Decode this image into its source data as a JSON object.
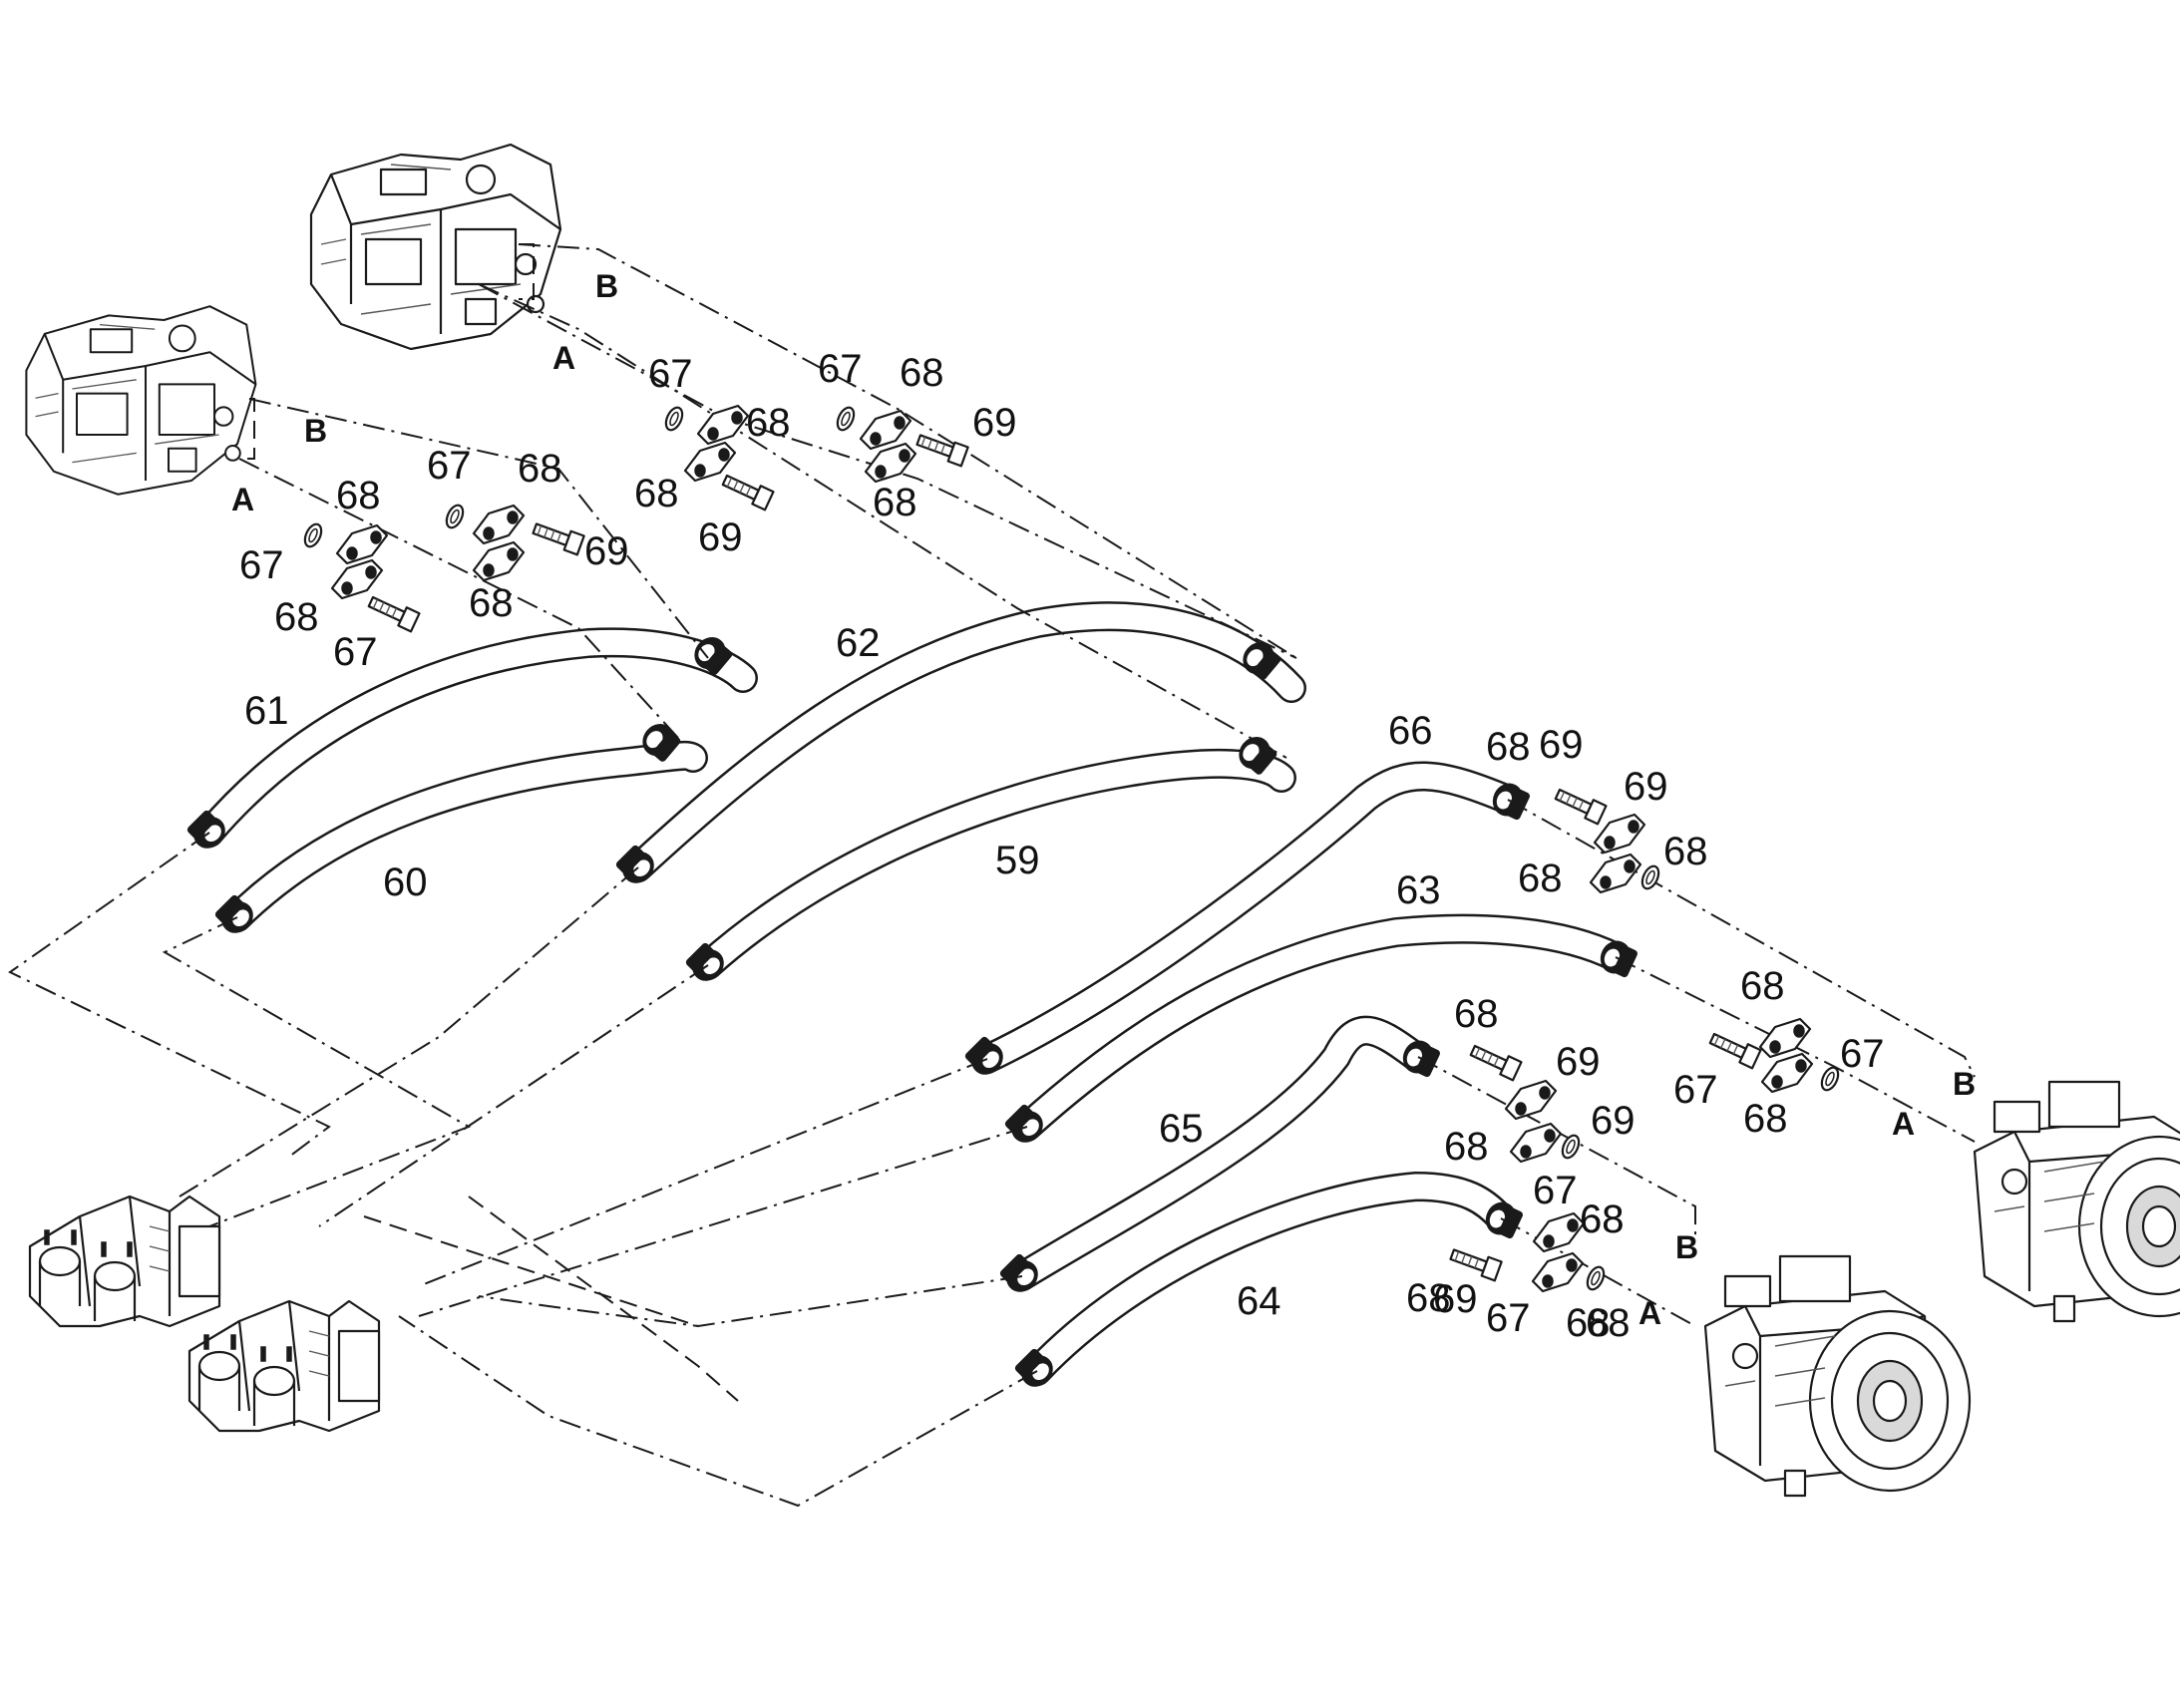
{
  "diagram": {
    "hoses": [
      {
        "id": "hose-59",
        "label": "59"
      },
      {
        "id": "hose-60",
        "label": "60"
      },
      {
        "id": "hose-61",
        "label": "61"
      },
      {
        "id": "hose-62",
        "label": "62"
      },
      {
        "id": "hose-63",
        "label": "63"
      },
      {
        "id": "hose-64",
        "label": "64"
      },
      {
        "id": "hose-65",
        "label": "65"
      },
      {
        "id": "hose-66",
        "label": "66"
      }
    ],
    "port_labels": [
      "A",
      "A",
      "A",
      "A",
      "B",
      "B",
      "B",
      "B"
    ],
    "part_labels": [
      "67",
      "68",
      "67",
      "68",
      "68",
      "69",
      "67",
      "68",
      "69",
      "68",
      "68",
      "67",
      "68",
      "68",
      "69",
      "67",
      "68",
      "69",
      "68",
      "69",
      "68",
      "68",
      "67",
      "68",
      "67",
      "68",
      "69",
      "68",
      "69",
      "68",
      "68",
      "67",
      "68",
      "67",
      "68",
      "69",
      "68"
    ]
  }
}
